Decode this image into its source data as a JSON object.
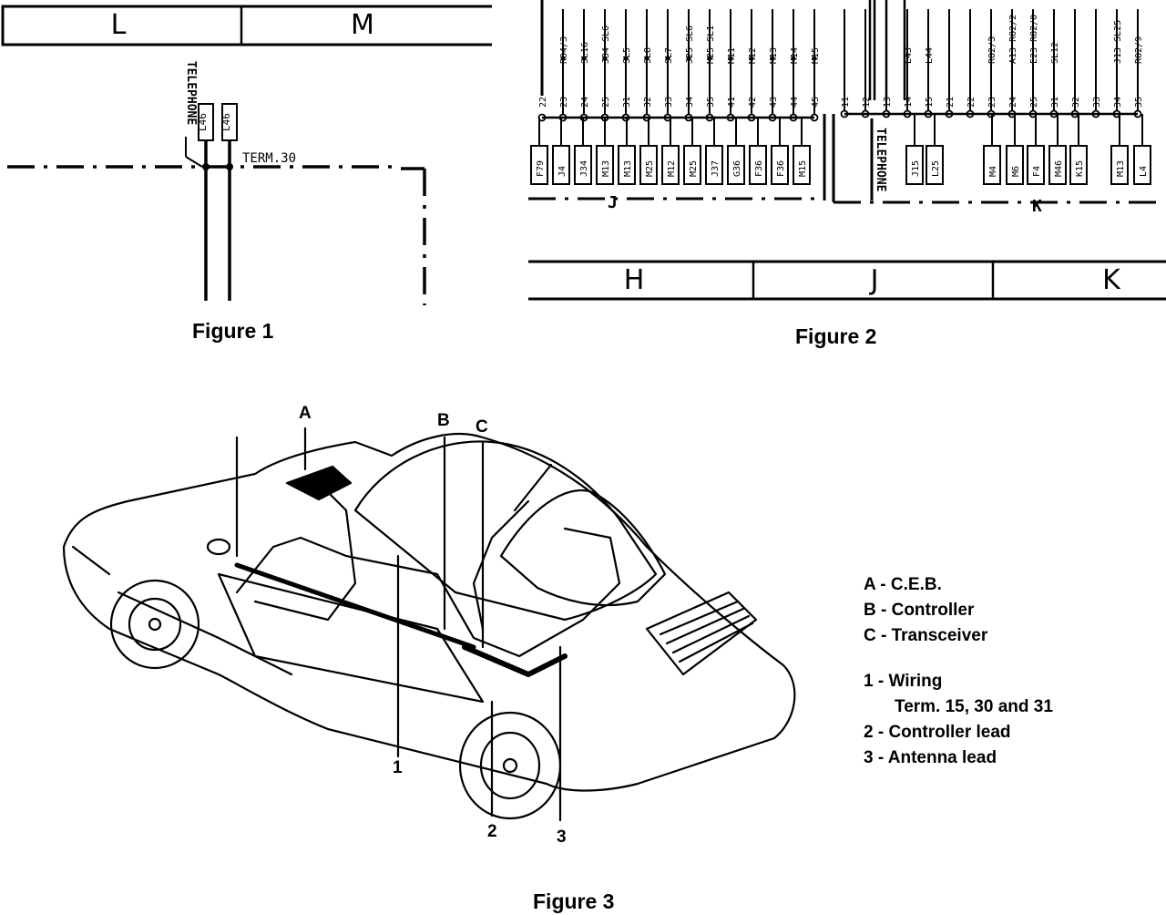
{
  "figure1": {
    "caption": "Figure 1",
    "zones": [
      "L",
      "M"
    ],
    "telephone_label": "TELEPHONE",
    "connectors": [
      "L46",
      "L46"
    ],
    "term_label": "TERM.30"
  },
  "figure2": {
    "caption": "Figure 2",
    "zones": [
      "H",
      "J",
      "K"
    ],
    "section_labels": [
      "J",
      "K"
    ],
    "telephone_label": "TELEPHONE",
    "pins_left": [
      "22",
      "23",
      "24",
      "25",
      "31",
      "32",
      "33",
      "34",
      "35",
      "41",
      "42",
      "43",
      "44",
      "45"
    ],
    "wires_left": [
      "",
      "RO4/3",
      "SL16",
      "J34 SL6",
      "SL5",
      "SL8",
      "SL7",
      "J25 SL6",
      "M25 SL1",
      "M11",
      "M12",
      "M13",
      "M14",
      "M15"
    ],
    "connectors_left": [
      "F79",
      "J4",
      "J34",
      "M13",
      "M13",
      "M25",
      "M12",
      "M25",
      "J37",
      "G36",
      "F36",
      "F36",
      "M15"
    ],
    "pins_right": [
      "11",
      "12",
      "13",
      "14",
      "15",
      "21",
      "22",
      "23",
      "24",
      "25",
      "31",
      "32",
      "33",
      "34",
      "35"
    ],
    "wires_right": [
      "",
      "",
      "",
      "L43",
      "L44",
      "",
      "",
      "RO2/3",
      "A13 RO2/2",
      "E23 RO2/0",
      "SL12",
      "",
      "",
      "J13 SL25",
      "RO2/9"
    ],
    "connectors_right": [
      "J15",
      "L25",
      "M4",
      "M6",
      "F4",
      "M46",
      "K15",
      "M13",
      "L4"
    ]
  },
  "figure3": {
    "caption": "Figure 3",
    "callouts_letters": [
      "A",
      "B",
      "C"
    ],
    "callouts_numbers": [
      "1",
      "2",
      "3"
    ],
    "legend": [
      "A - C.E.B.",
      "B - Controller",
      "C - Transceiver",
      "1 - Wiring",
      "Term. 15, 30 and 31",
      "2 - Controller lead",
      "3 - Antenna lead"
    ]
  }
}
